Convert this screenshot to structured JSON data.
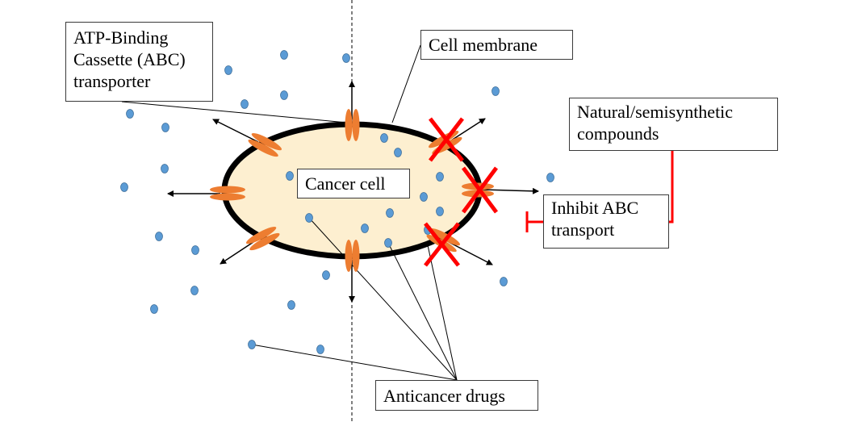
{
  "labels": {
    "abc_transporter": "ATP-Binding\nCassette (ABC)\ntransporter",
    "cell_membrane": "Cell membrane",
    "cancer_cell": "Cancer cell",
    "natural_compounds": "Natural/semisynthetic\ncompounds",
    "inhibit": "Inhibit ABC\ntransport",
    "anticancer_drugs": "Anticancer drugs"
  },
  "colors": {
    "cell_fill": "#fdefd0",
    "membrane": "#000000",
    "transporter": "#ed7d31",
    "drug": "#5b9bd5",
    "inhibition": "#ff0000"
  }
}
